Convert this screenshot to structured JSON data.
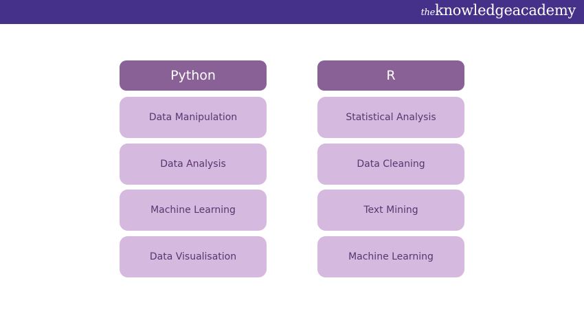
{
  "brand": {
    "prefix": "the",
    "name": "knowledgeacademy"
  },
  "columns": [
    {
      "title": "Python",
      "items": [
        "Data Manipulation",
        "Data Analysis",
        "Machine Learning",
        "Data Visualisation"
      ]
    },
    {
      "title": "R",
      "items": [
        "Statistical Analysis",
        "Data Cleaning",
        "Text Mining",
        "Machine Learning"
      ]
    }
  ],
  "colors": {
    "header_bar": "#45318a",
    "column_head": "#8a6196",
    "item_bg": "#d5b9df",
    "item_text": "#5a3570"
  }
}
